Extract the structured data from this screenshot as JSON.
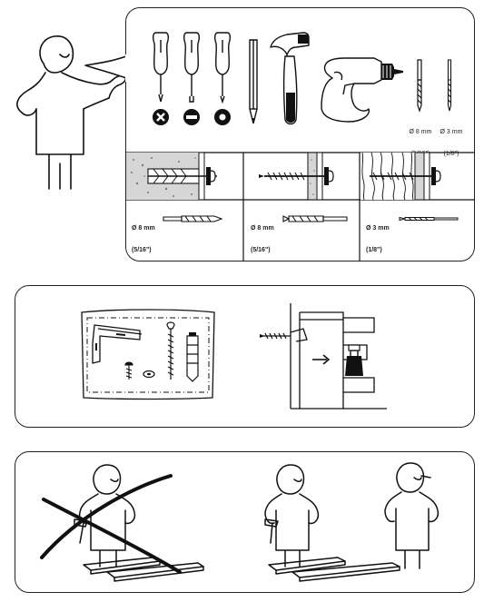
{
  "tools": {
    "drill_bit_1": {
      "diameter": "Ø 8 mm",
      "imperial": "(5/16\")"
    },
    "drill_bit_2": {
      "diameter": "Ø 3 mm",
      "imperial": "(1/8\")"
    }
  },
  "wall_types": [
    {
      "diameter": "Ø 8 mm",
      "imperial": "(5/16\")"
    },
    {
      "diameter": "Ø 8 mm",
      "imperial": "(5/16\")"
    },
    {
      "diameter": "Ø 3 mm",
      "imperial": "(1/8\")"
    }
  ]
}
